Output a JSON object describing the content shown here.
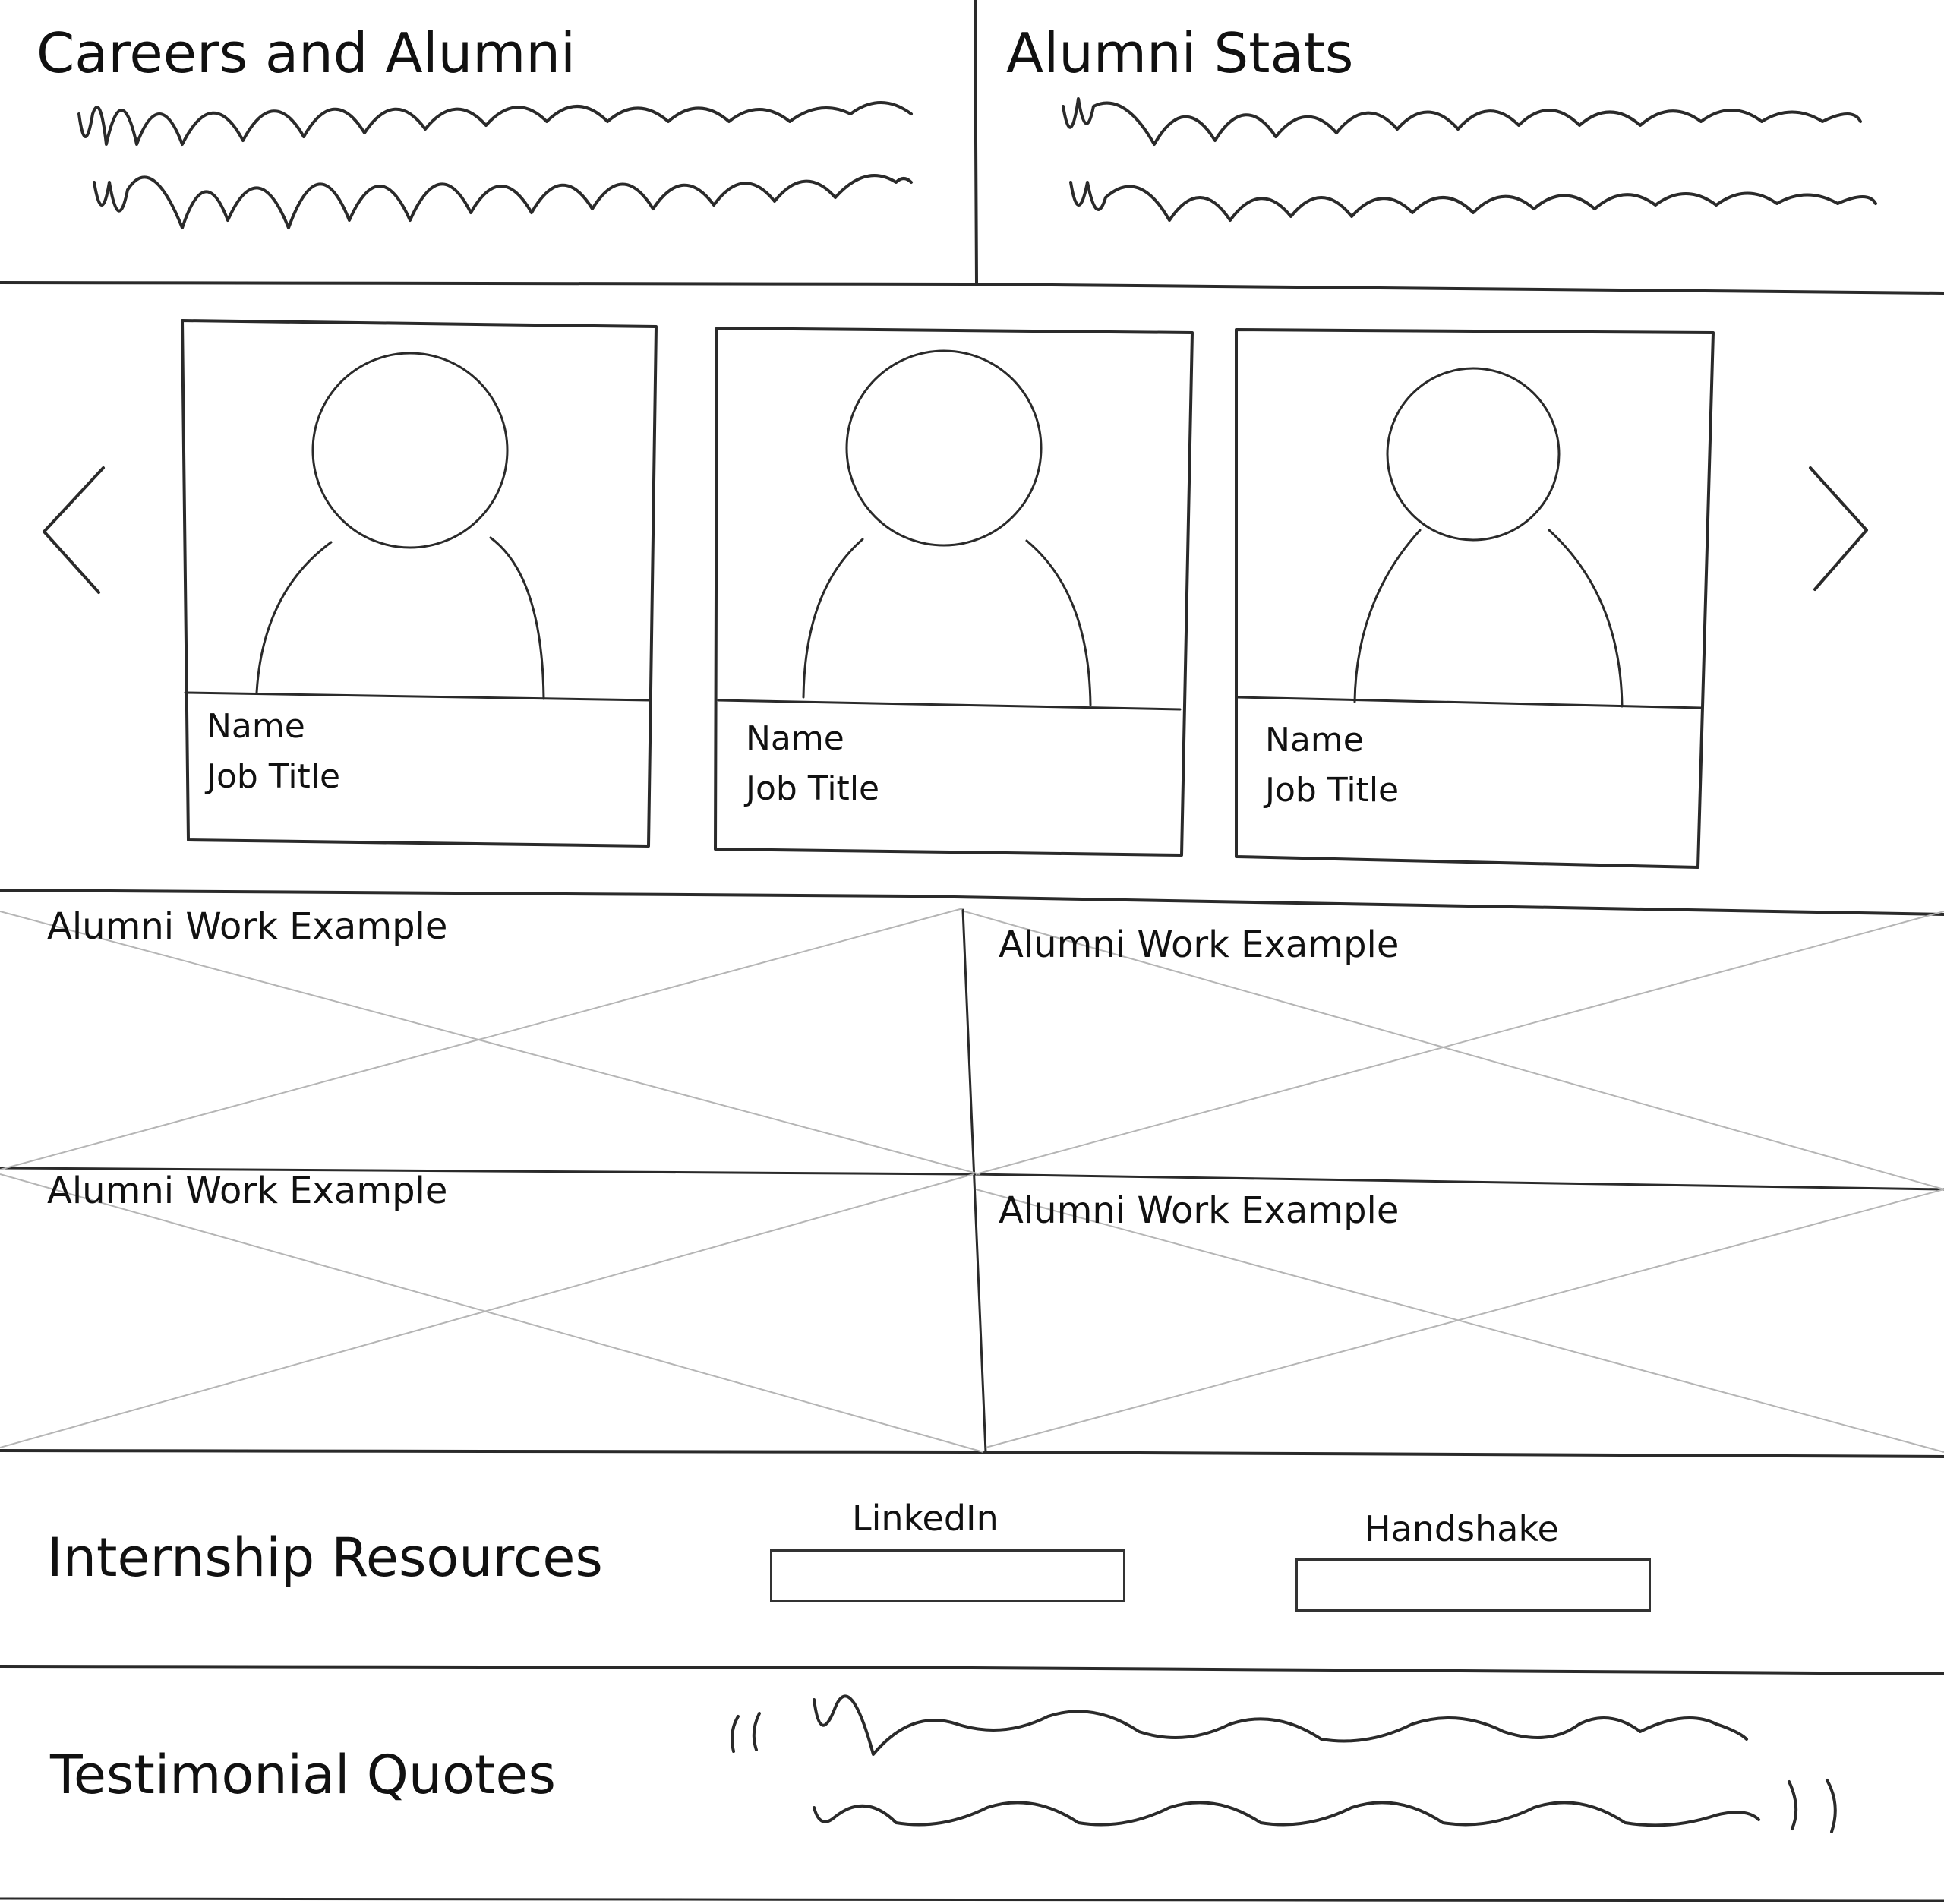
{
  "header": {
    "careers_title": "Careers and Alumni",
    "stats_title": "Alumni Stats"
  },
  "carousel": {
    "prev_icon": "chevron-left-icon",
    "next_icon": "chevron-right-icon",
    "cards": [
      {
        "name": "Name",
        "job_title": "Job Title",
        "avatar_icon": "person-placeholder-icon"
      },
      {
        "name": "Name",
        "job_title": "Job Title",
        "avatar_icon": "person-placeholder-icon"
      },
      {
        "name": "Name",
        "job_title": "Job Title",
        "avatar_icon": "person-placeholder-icon"
      }
    ]
  },
  "work_examples": [
    {
      "label": "Alumni Work Example"
    },
    {
      "label": "Alumni Work Example"
    },
    {
      "label": "Alumni Work Example"
    },
    {
      "label": "Alumni Work Example"
    }
  ],
  "resources": {
    "title": "Internship Resources",
    "linkedin_label": "LinkedIn",
    "handshake_label": "Handshake"
  },
  "testimonials": {
    "title": "Testimonial Quotes"
  },
  "colors": {
    "ink": "#111111",
    "pencil": "#333333",
    "faint": "#b5b5b5"
  }
}
